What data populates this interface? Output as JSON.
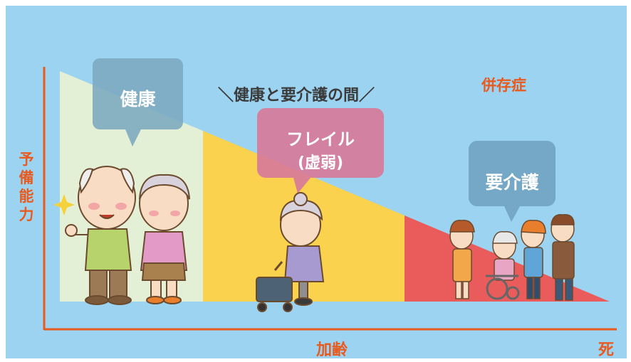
{
  "axis": {
    "y_label_chars": [
      "予",
      "備",
      "能",
      "力"
    ],
    "x_label": "加齢",
    "end_label": "死"
  },
  "top_caption": "＼健康と要介護の間／",
  "comorbidity_label": "併存症",
  "stages": [
    {
      "name": "健康",
      "color": "#e4f0d6"
    },
    {
      "name_line1": "フレイル",
      "name_line2": "(虚弱)",
      "color": "#fbd24e"
    },
    {
      "name": "要介護",
      "color": "#ea5b5b"
    }
  ],
  "colors": {
    "background": "#9bd3f0",
    "axis": "#e85a1e",
    "bubble_health": "#7ba8bf",
    "bubble_frail": "#d77a9a",
    "bubble_care": "#6fa1bf"
  },
  "icons": [
    "elderly-man-icon",
    "elderly-woman-icon",
    "frail-woman-with-walker-icon",
    "family-with-wheelchair-icon",
    "sparkle-icon"
  ]
}
